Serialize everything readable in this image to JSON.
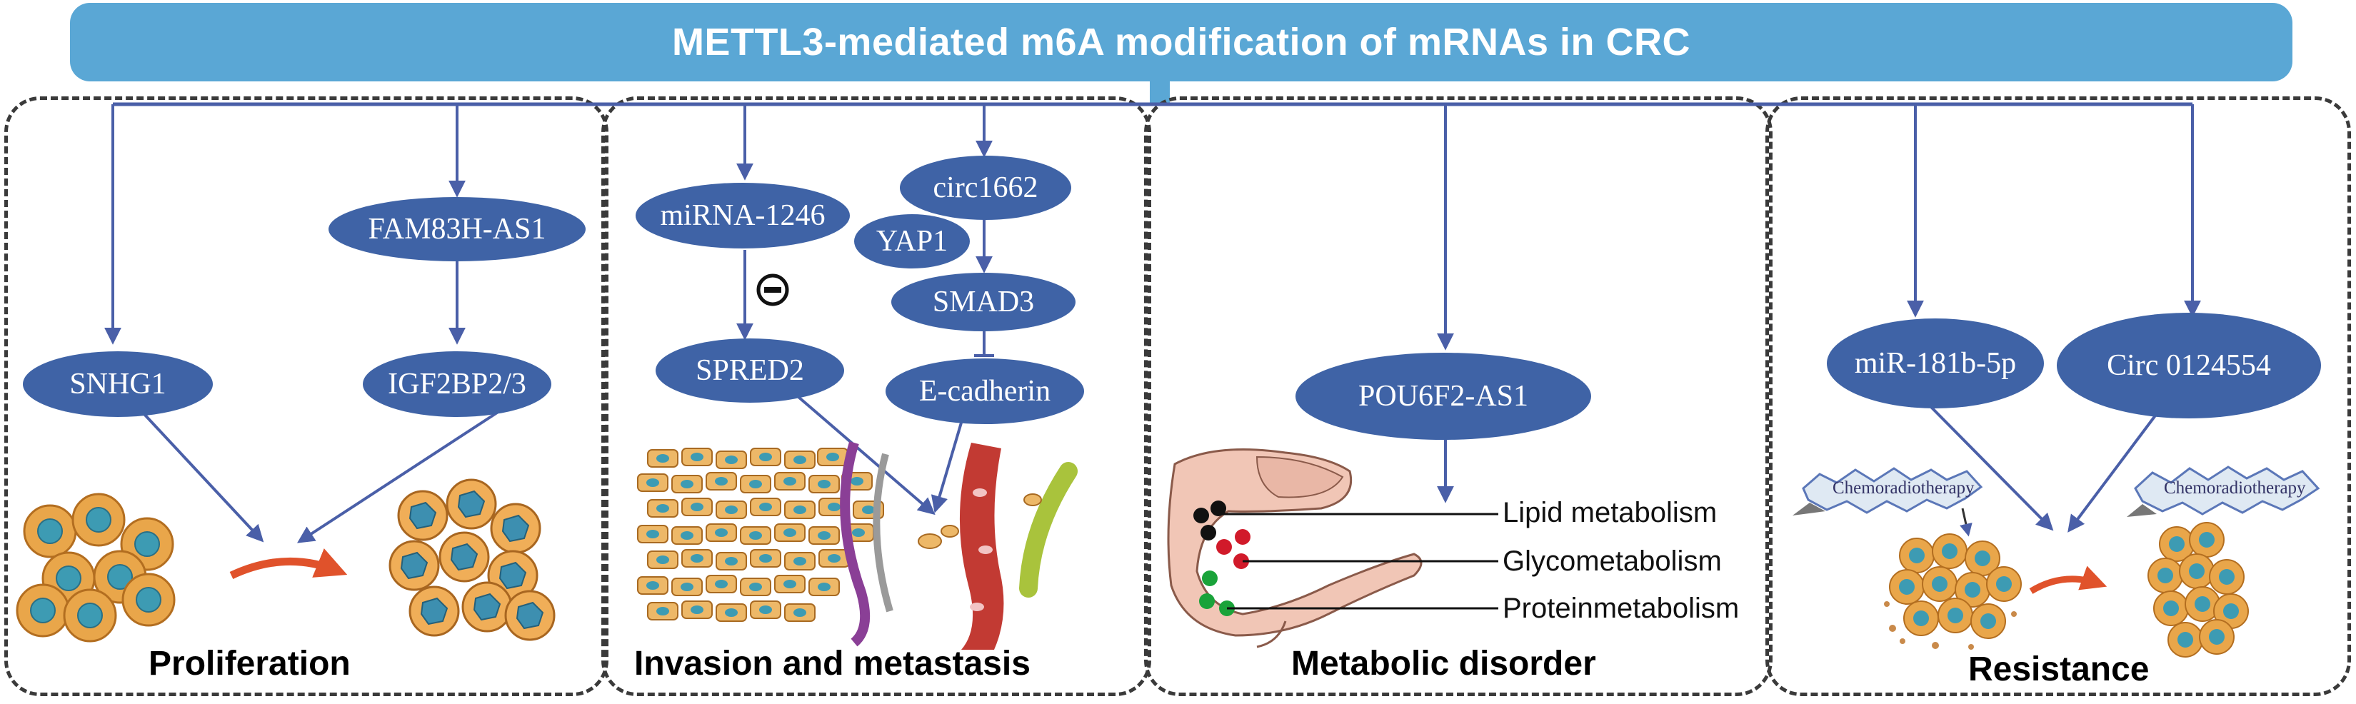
{
  "title": "METTL3-mediated m6A modification of mRNAs in CRC",
  "panels": {
    "proliferation": {
      "label": "Proliferation",
      "nodes": {
        "snhg1": "SNHG1",
        "fam83h": "FAM83H-AS1",
        "igf2bp": "IGF2BP2/3"
      }
    },
    "invasion": {
      "label": "Invasion and metastasis",
      "nodes": {
        "mirna1246": "miRNA-1246",
        "spred2": "SPRED2",
        "circ1662": "circ1662",
        "yap1": "YAP1",
        "smad3": "SMAD3",
        "ecadherin": "E-cadherin"
      }
    },
    "metabolic": {
      "label": "Metabolic disorder",
      "nodes": {
        "pou6f2": "POU6F2-AS1"
      },
      "items": [
        "Lipid metabolism",
        "Glycometabolism",
        "Proteinmetabolism"
      ]
    },
    "resistance": {
      "label": "Resistance",
      "nodes": {
        "mir181b": "miR-181b-5p",
        "circ0124554": "Circ 0124554"
      },
      "therapy": "Chemoradiotherapy"
    }
  },
  "colors": {
    "title_bg": "#5aa7d5",
    "node_bg": "#3f63a6",
    "arrow": "#4a5fa8",
    "cell": "#e9a64a",
    "nucleus": "#3d9bb3"
  }
}
